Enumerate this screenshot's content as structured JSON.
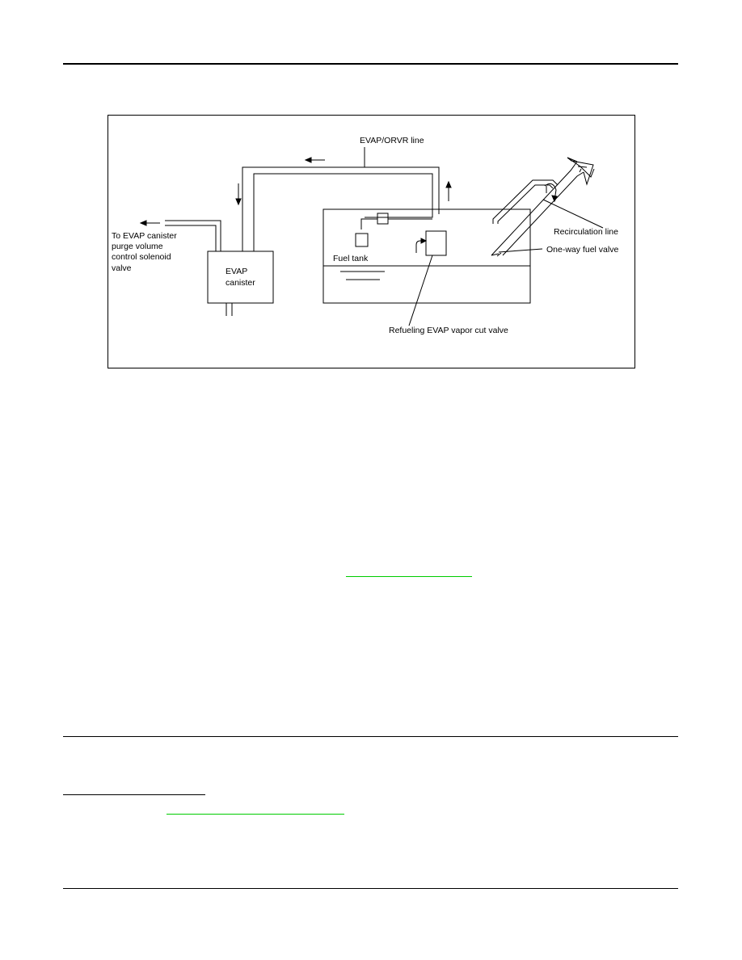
{
  "diagram": {
    "labels": {
      "evap_orvr_line": "EVAP/ORVR line",
      "to_evap_canister": [
        "To EVAP canister",
        "purge volume",
        "control solenoid",
        "valve"
      ],
      "evap_canister": [
        "EVAP",
        "canister"
      ],
      "fuel_tank": "Fuel tank",
      "recirculation_line": "Recirculation line",
      "one_way_fuel_valve": "One-way fuel valve",
      "refueling_vapor_cut_valve": "Refueling EVAP vapor cut valve"
    }
  },
  "colors": {
    "text": "#000000",
    "link": "#00cc00",
    "rule": "#000000"
  }
}
